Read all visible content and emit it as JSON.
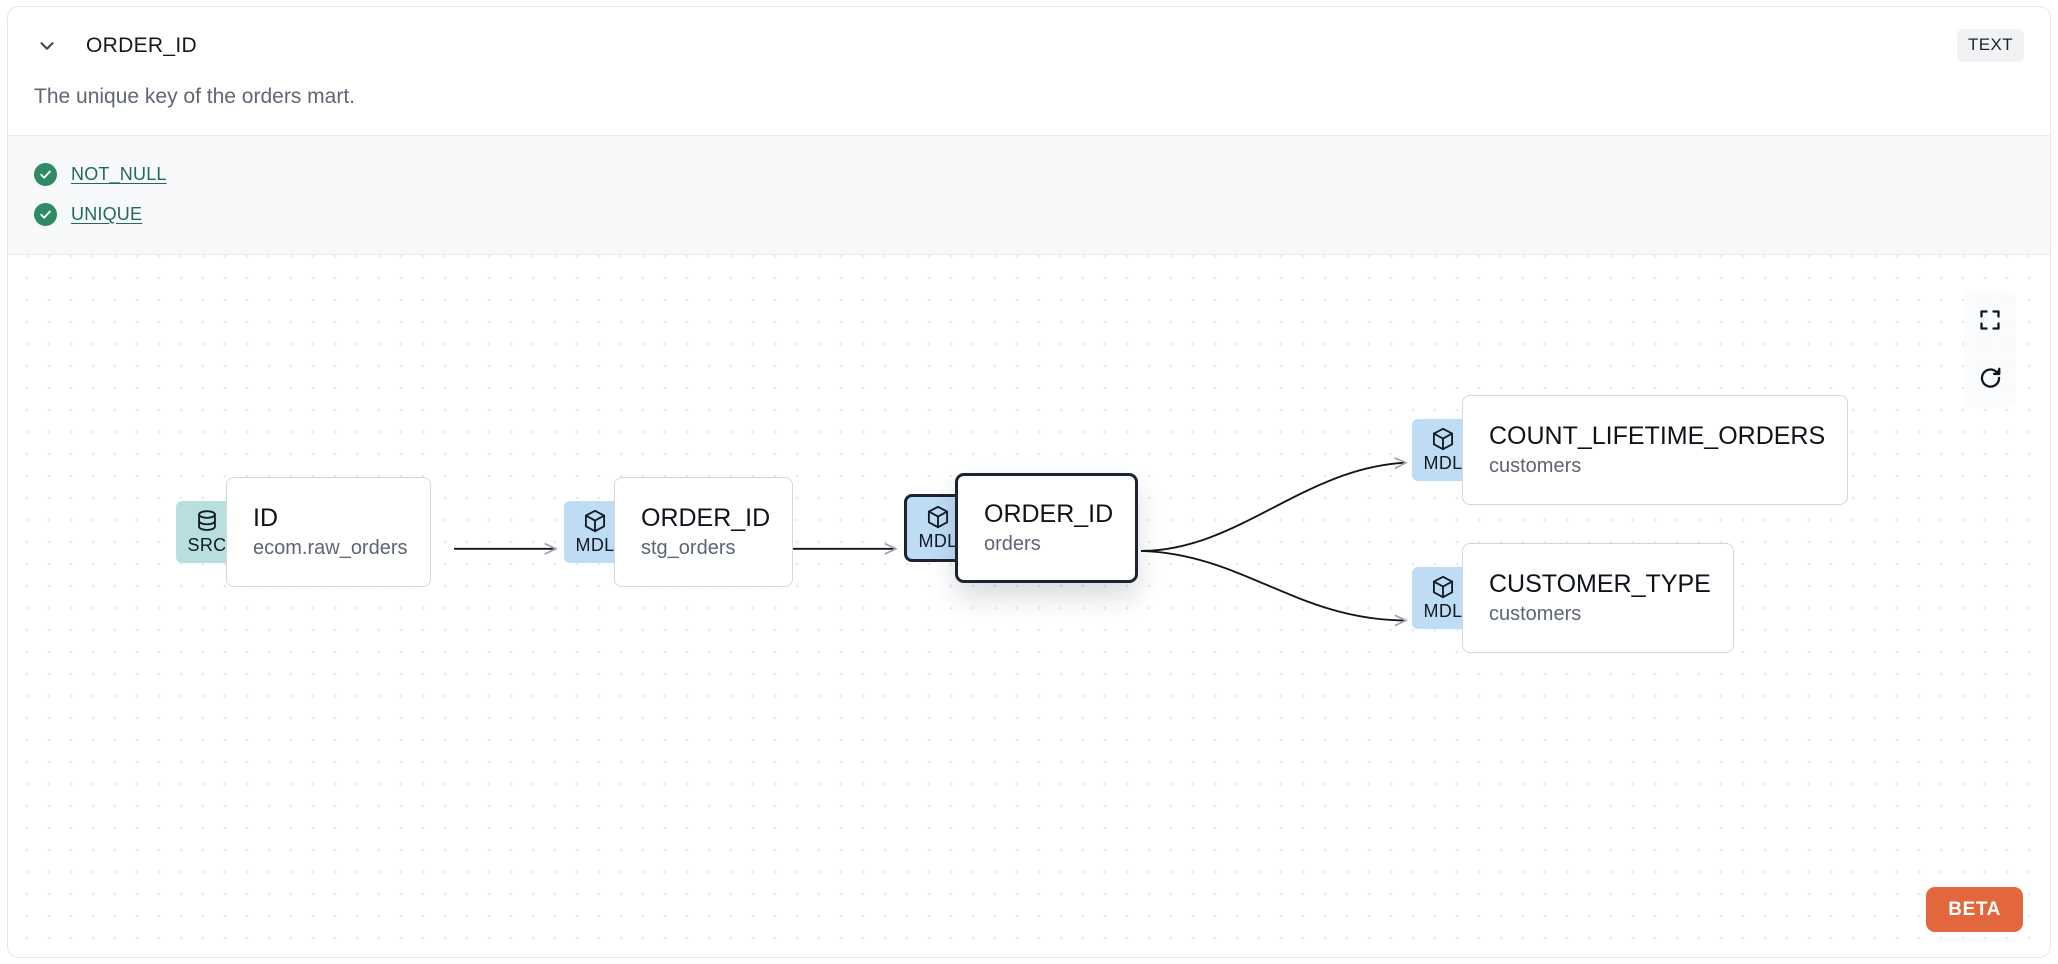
{
  "header": {
    "chevron_icon": "chevron-down-icon",
    "column_name": "ORDER_ID",
    "type_badge": "TEXT",
    "description": "The unique key of the orders mart."
  },
  "tests": [
    {
      "icon": "check-circle-icon",
      "label": "NOT_NULL",
      "status": "passed"
    },
    {
      "icon": "check-circle-icon",
      "label": "UNIQUE",
      "status": "passed"
    }
  ],
  "lineage": {
    "nodes": [
      {
        "badge": "SRC",
        "badge_icon": "database-icon",
        "name": "ID",
        "sub": "ecom.raw_orders",
        "selected": false
      },
      {
        "badge": "MDL",
        "badge_icon": "cube-icon",
        "name": "ORDER_ID",
        "sub": "stg_orders",
        "selected": false
      },
      {
        "badge": "MDL",
        "badge_icon": "cube-icon",
        "name": "ORDER_ID",
        "sub": "orders",
        "selected": true
      },
      {
        "badge": "MDL",
        "badge_icon": "cube-icon",
        "name": "COUNT_LIFETIME_ORDERS",
        "sub": "customers",
        "selected": false
      },
      {
        "badge": "MDL",
        "badge_icon": "cube-icon",
        "name": "CUSTOMER_TYPE",
        "sub": "customers",
        "selected": false
      }
    ],
    "controls": [
      {
        "icon": "fit-view-icon",
        "label": "Fit view"
      },
      {
        "icon": "reset-icon",
        "label": "Reset"
      }
    ],
    "beta_label": "BETA"
  },
  "colors": {
    "accent_beta": "#e2673c",
    "src_badge": "#b7dfdd",
    "mdl_badge": "#bfdcf5",
    "test_pass": "#2e8b64",
    "link": "#1f6a5b"
  }
}
